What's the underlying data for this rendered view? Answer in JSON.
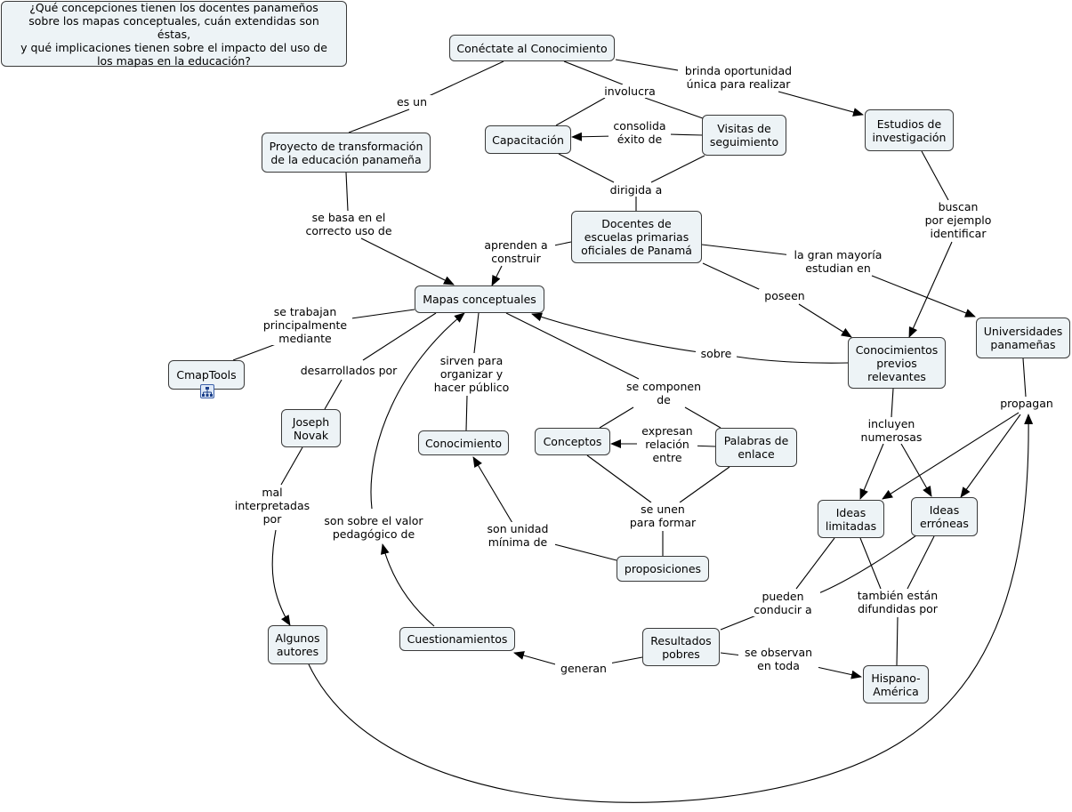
{
  "question": "¿Qué concepciones tienen los docentes panameños\nsobre los mapas conceptuales, cuán extendidas son éstas,\ny qué implicaciones tienen sobre el impacto del uso de\nlos mapas en la educación?",
  "nodes": {
    "conectate": "Conéctate al Conocimiento",
    "proyecto": "Proyecto de transformación\nde la educación panameña",
    "capacitacion": "Capacitación",
    "visitas": "Visitas de\nseguimiento",
    "estudios": "Estudios de\ninvestigación",
    "docentes": "Docentes de\nescuelas primarias\noficiales de Panamá",
    "mapas": "Mapas conceptuales",
    "cmaptools": "CmapTools",
    "universidades": "Universidades\npanameñas",
    "conocimientos_previos": "Conocimientos\nprevios\nrelevantes",
    "novak": "Joseph\nNovak",
    "conocimiento": "Conocimiento",
    "conceptos": "Conceptos",
    "palabras": "Palabras de\nenlace",
    "ideas_limitadas": "Ideas\nlimitadas",
    "ideas_erroneas": "Ideas\nerróneas",
    "proposiciones": "proposiciones",
    "algunos_autores": "Algunos\nautores",
    "cuestionamientos": "Cuestionamientos",
    "resultados": "Resultados\npobres",
    "hispano": "Hispano-\nAmérica"
  },
  "links": {
    "es_un": "es un",
    "involucra": "involucra",
    "brinda": "brinda oportunidad\núnica para realizar",
    "consolida": "consolida\néxito de",
    "dirigida": "dirigida a",
    "buscan": "buscan\npor ejemplo\nidentificar",
    "se_basa": "se basa en el\ncorrecto uso de",
    "aprenden": "aprenden a\nconstruir",
    "mayoria": "la gran mayoría\nestudian en",
    "poseen": "poseen",
    "trabajan": "se trabajan\nprincipalmente\nmediante",
    "desarrollados": "desarrollados por",
    "sirven": "sirven para\norganizar y\nhacer público",
    "componen": "se componen\nde",
    "sobre": "sobre",
    "propagan": "propagan",
    "incluyen": "incluyen\nnumerosas",
    "expresan": "expresan\nrelación\nentre",
    "mal": "mal\ninterpretadas\npor",
    "valor": "son sobre el valor\npedagógico de",
    "unidad": "son unidad\nmínima de",
    "se_unen": "se unen\npara formar",
    "pueden": "pueden\nconducir a",
    "tambien": "también están\ndifundidas por",
    "generan": "generan",
    "observan": "se observan\nen toda"
  }
}
